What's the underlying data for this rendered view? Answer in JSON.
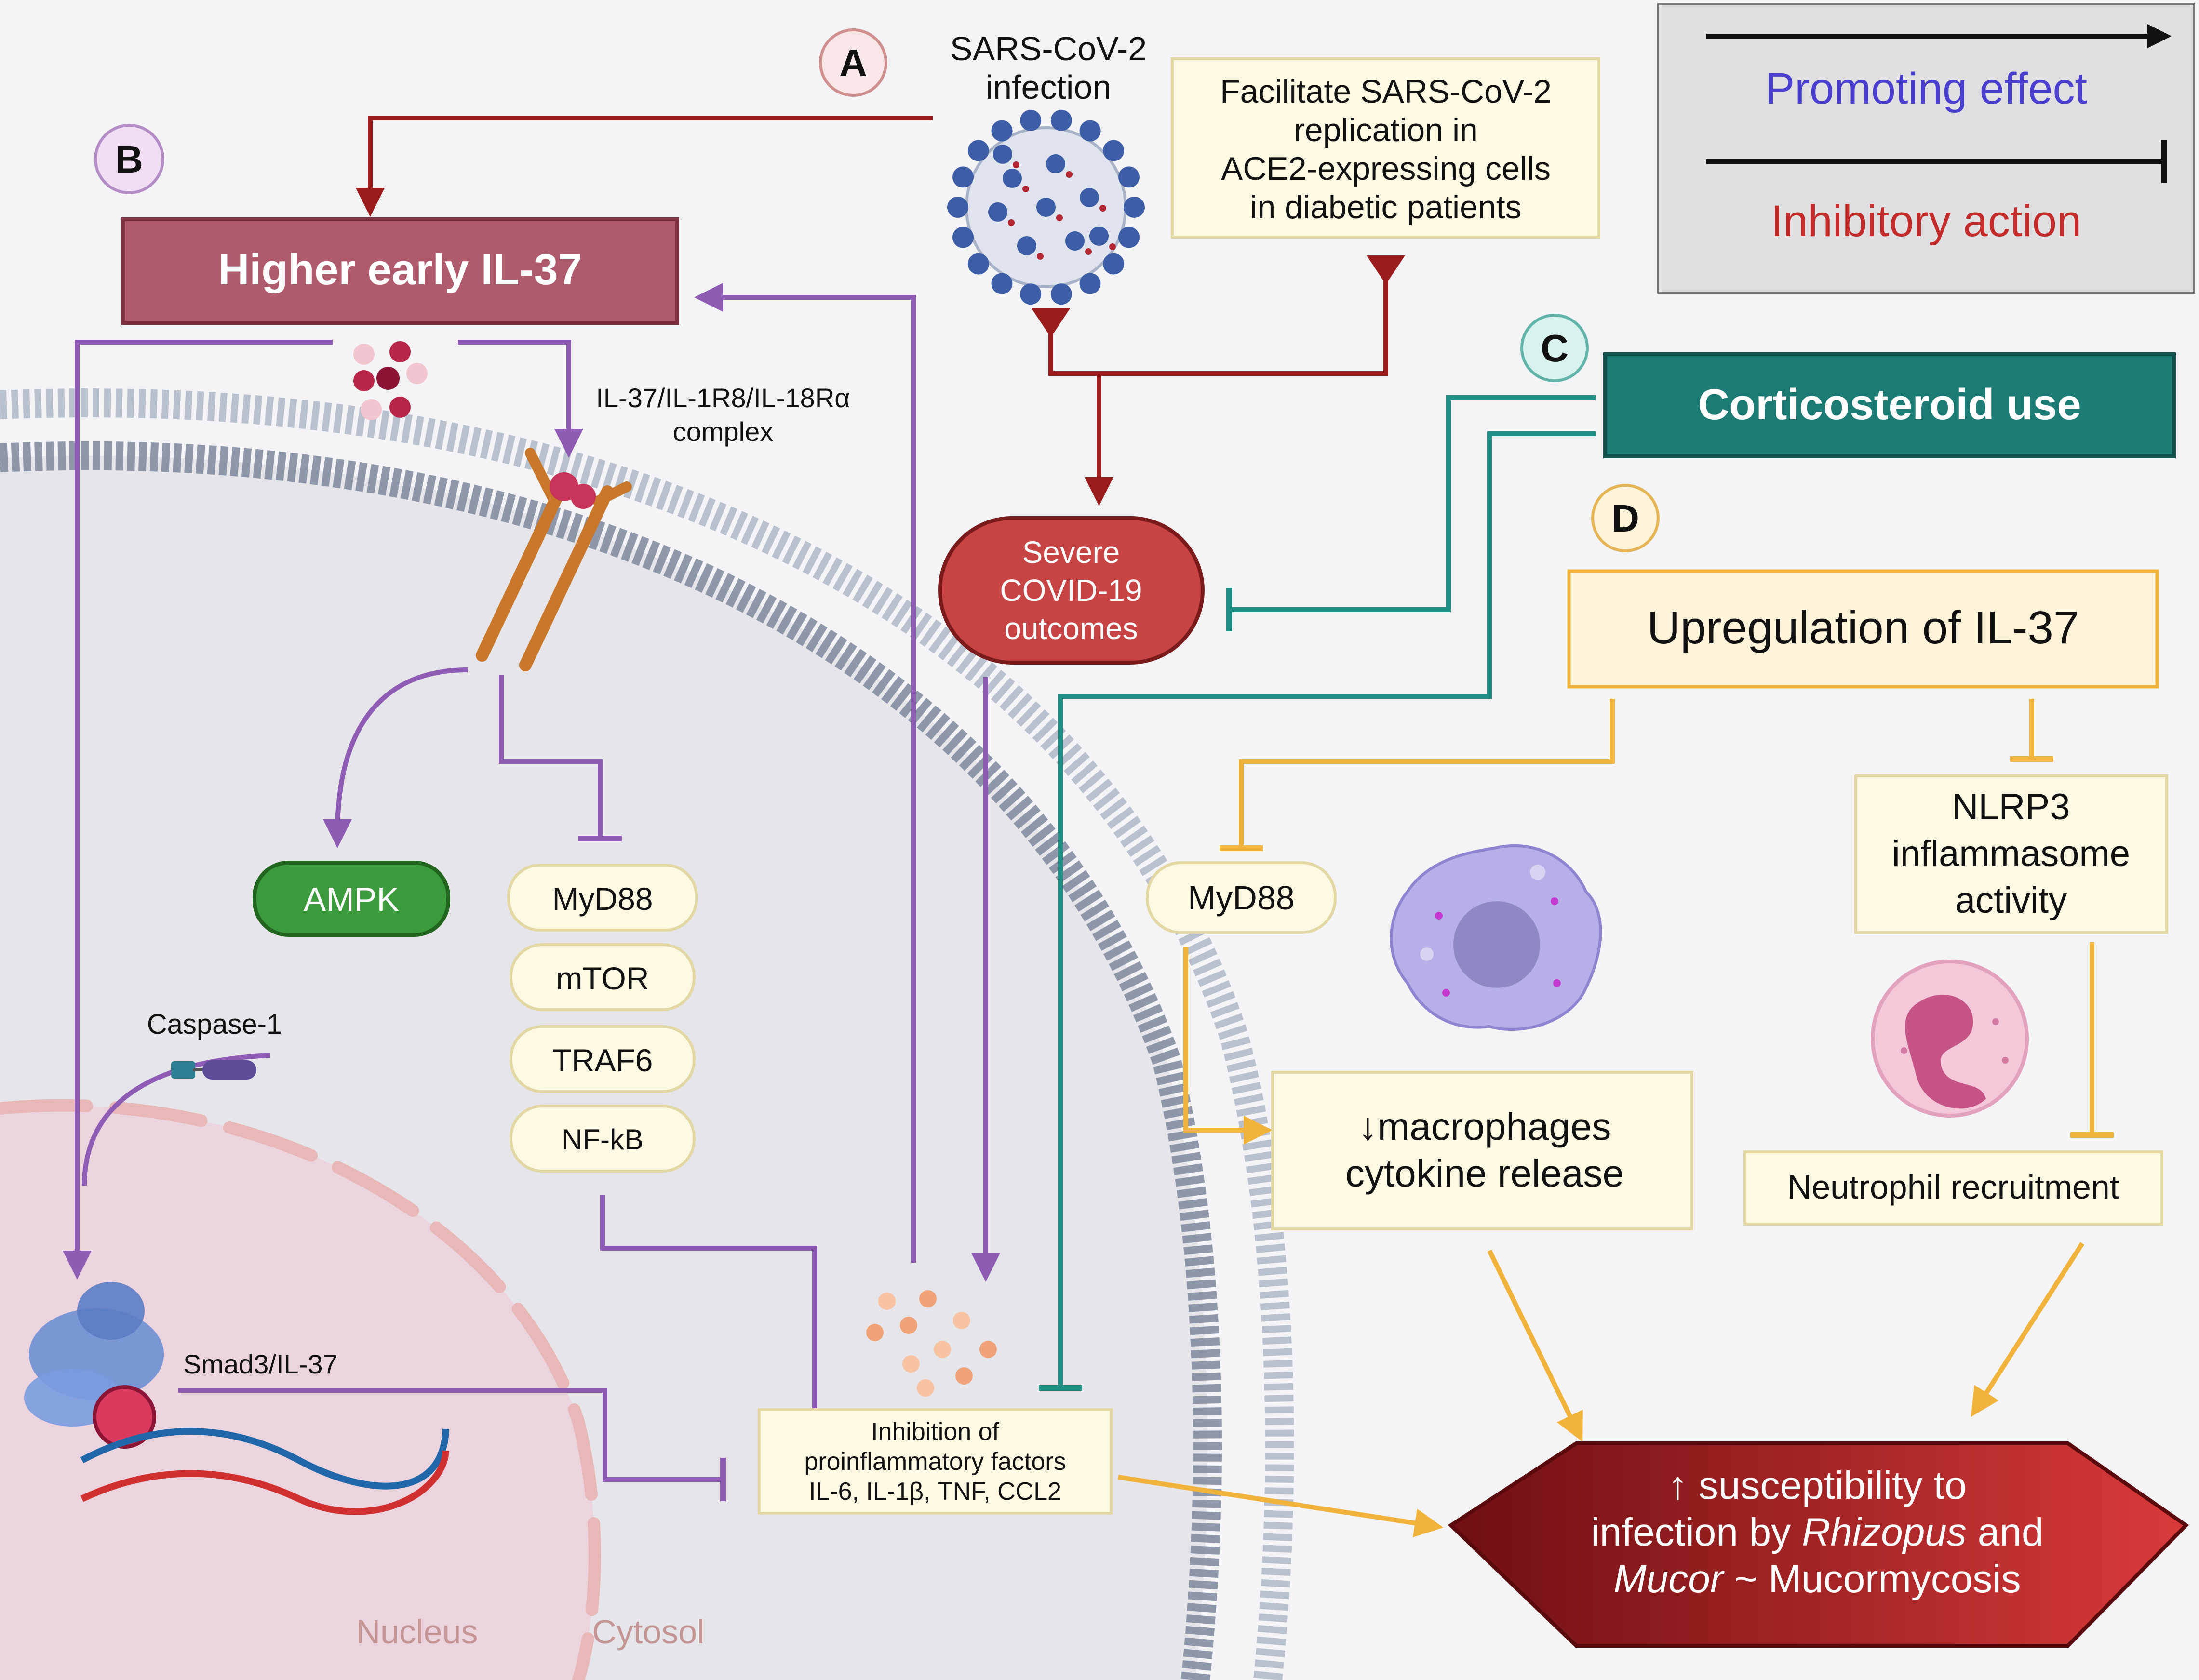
{
  "badges": {
    "a": "A",
    "b": "B",
    "c": "C",
    "d": "D"
  },
  "sars": {
    "line1": "SARS-CoV-2",
    "line2": "infection"
  },
  "facilitate": [
    "Facilitate SARS-CoV-2",
    "replication in",
    "ACE2-expressing cells",
    "in diabetic patients"
  ],
  "legend": {
    "promoting": "Promoting effect",
    "inhibitory": "Inhibitory action"
  },
  "il37_box": "Higher early IL-37",
  "complex_label": {
    "line1": "IL-37/IL-1R8/IL-18Rα",
    "line2": "complex"
  },
  "severe": {
    "line1": "Severe",
    "line2": "COVID-19",
    "line3": "outcomes"
  },
  "corticosteroid": "Corticosteroid use",
  "upregulation": "Upregulation of IL-37",
  "ampk": "AMPK",
  "signaling": [
    "MyD88",
    "mTOR",
    "TRAF6",
    "NF-kB"
  ],
  "caspase": "Caspase-1",
  "smad": "Smad3/IL-37",
  "inhibition_box": [
    "Inhibition of",
    "proinflammatory factors",
    "IL-6, IL-1β, TNF, CCL2"
  ],
  "myd88_right": "MyD88",
  "nlrp3": [
    "NLRP3",
    "inflammasome",
    "activity"
  ],
  "macrophage_box": [
    "↓macrophages",
    "cytokine release"
  ],
  "neutrophil_box": "Neutrophil recruitment",
  "susceptibility": {
    "line1": "↑ susceptibility to",
    "line2_pre": "infection by ",
    "line2_em": "Rhizopus",
    "line2_post": " and",
    "line3_em": "Mucor",
    "line3_post": " ~ Mucormycosis"
  },
  "compartments": {
    "nucleus": "Nucleus",
    "cytosol": "Cytosol"
  },
  "colors": {
    "inhibitory_red": "#9b1c1c",
    "promoting_purple": "#8e5bb5",
    "teal": "#1f8f86",
    "orange": "#f2b33d",
    "il37_box_fill": "#b05a6e",
    "corticosteroid_fill": "#1d7b75",
    "severe_fill": "#c84444",
    "ampk_fill": "#3a9a3c",
    "legend_promoting_text": "#4a3fcf",
    "legend_inhibitory_text": "#c42b2b"
  }
}
